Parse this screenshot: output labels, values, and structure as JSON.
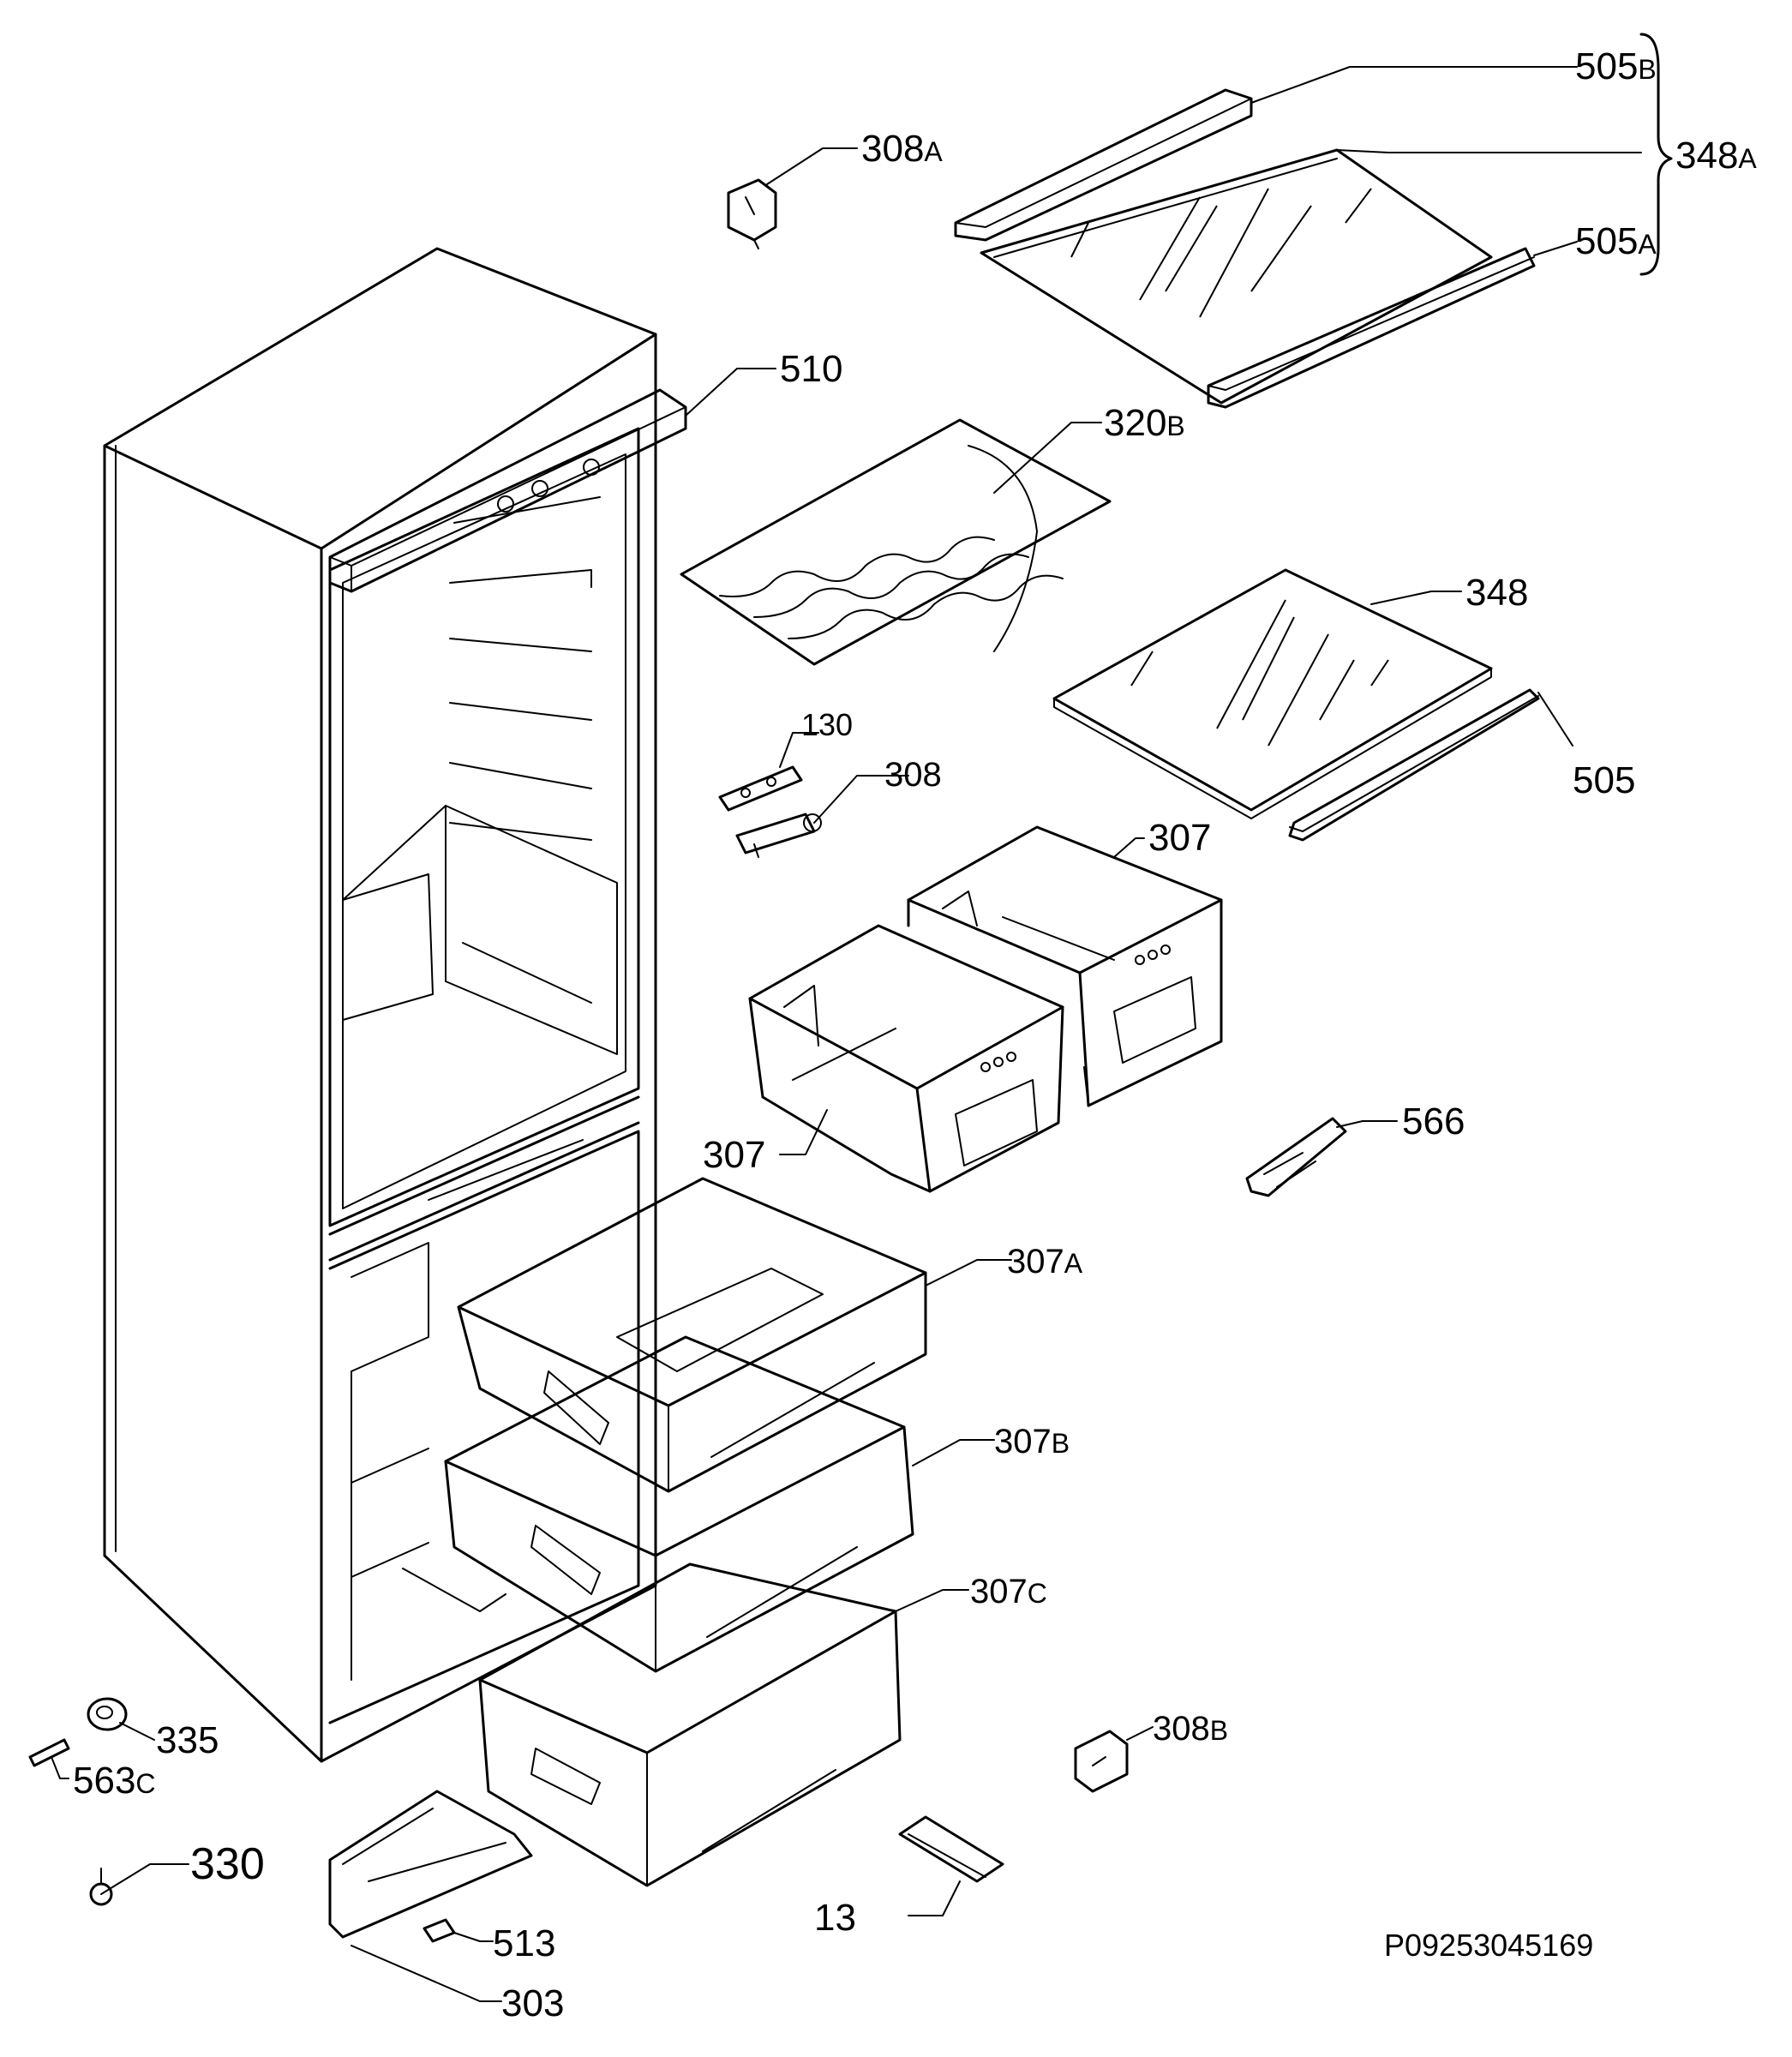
{
  "labels": {
    "l505b": {
      "num": "505",
      "suf": "B"
    },
    "l348a": {
      "num": "348",
      "suf": "A"
    },
    "l505a": {
      "num": "505",
      "suf": "A"
    },
    "l308a": {
      "num": "308",
      "suf": "A"
    },
    "l510": {
      "num": "510"
    },
    "l320b": {
      "num": "320",
      "suf": "B"
    },
    "l348": {
      "num": "348"
    },
    "l505": {
      "num": "505"
    },
    "l130": {
      "num": "130"
    },
    "l308": {
      "num": "308"
    },
    "l307_top": {
      "num": "307"
    },
    "l307_left": {
      "num": "307"
    },
    "l566": {
      "num": "566"
    },
    "l307a": {
      "num": "307",
      "suf": "A"
    },
    "l307b": {
      "num": "307",
      "suf": "B"
    },
    "l307c": {
      "num": "307",
      "suf": "C"
    },
    "l335": {
      "num": "335"
    },
    "l563c": {
      "num": "563",
      "suf": "C"
    },
    "l308b": {
      "num": "308",
      "suf": "B"
    },
    "l330": {
      "num": "330"
    },
    "l513": {
      "num": "513"
    },
    "l13": {
      "num": "13"
    },
    "l303": {
      "num": "303"
    }
  },
  "drawing_code": "P09253045169"
}
